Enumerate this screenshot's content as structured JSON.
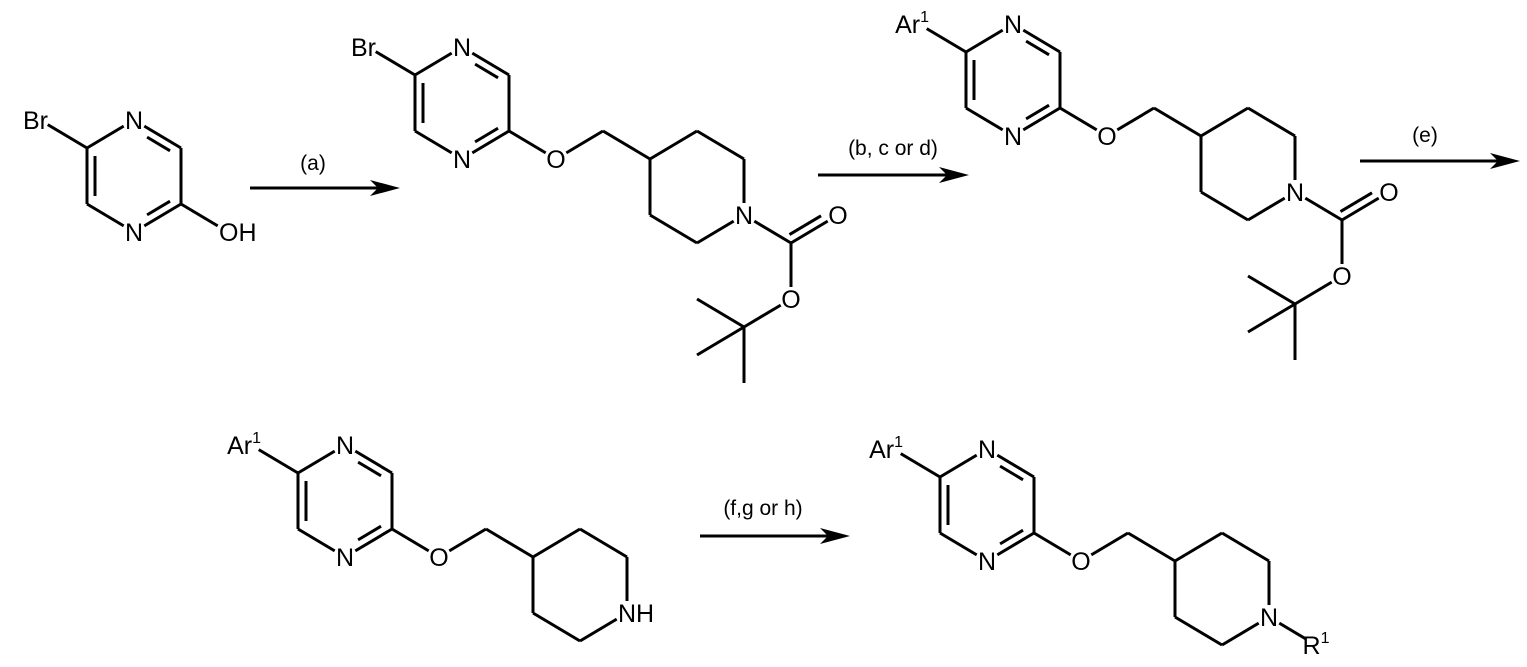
{
  "colors": {
    "ink": "#000000",
    "background": "#ffffff"
  },
  "arrows": [
    {
      "label": "(a)"
    },
    {
      "label": "(b, c or d)"
    },
    {
      "label": "(e)"
    },
    {
      "label": "(f,g or h)"
    }
  ],
  "molecules": [
    {
      "substituent": "Br",
      "ring_n_top": "N",
      "ring_n_bottom": "N",
      "hydroxyl": "OH"
    },
    {
      "substituent": "Br",
      "ring_n_top": "N",
      "ring_n_bottom": "N",
      "ether_o": "O",
      "pip_n": "N",
      "carbonyl_o": "O",
      "ester_o": "O"
    },
    {
      "substituent": "Ar",
      "substituent_sup": "1",
      "ring_n_top": "N",
      "ring_n_bottom": "N",
      "ether_o": "O",
      "pip_n": "N",
      "carbonyl_o": "O",
      "ester_o": "O"
    },
    {
      "substituent": "Ar",
      "substituent_sup": "1",
      "ring_n_top": "N",
      "ring_n_bottom": "N",
      "ether_o": "O",
      "pip_n": "NH"
    },
    {
      "substituent": "Ar",
      "substituent_sup": "1",
      "ring_n_top": "N",
      "ring_n_bottom": "N",
      "ether_o": "O",
      "pip_n": "N",
      "r_group": "R",
      "r_group_sup": "1"
    }
  ]
}
